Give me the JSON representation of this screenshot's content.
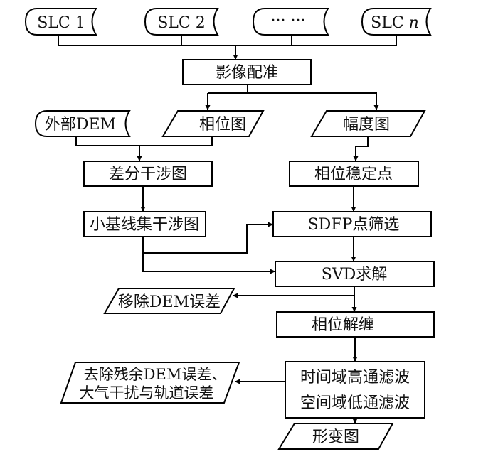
{
  "diagram": {
    "type": "flowchart",
    "stroke_color": "#000000",
    "background": "#ffffff",
    "nodes": {
      "slc1": {
        "label": "SLC 1",
        "shape": "stored-data"
      },
      "slc2": {
        "label": "SLC 2",
        "shape": "stored-data"
      },
      "slc_more": {
        "label": "···  ···",
        "shape": "stored-data"
      },
      "slcn_prefix": {
        "label": "SLC "
      },
      "slcn_italic": {
        "label": "n"
      },
      "coreg": {
        "label": "影像配准",
        "shape": "process"
      },
      "ext_dem": {
        "label": "外部DEM",
        "shape": "stored-data"
      },
      "phase_map": {
        "label": "相位图",
        "shape": "data"
      },
      "amp_map": {
        "label": "幅度图",
        "shape": "data"
      },
      "diff_ifg": {
        "label": "差分干涉图",
        "shape": "process"
      },
      "stable_pts": {
        "label": "相位稳定点",
        "shape": "process"
      },
      "sbas_ifg": {
        "label": "小基线集干涉图",
        "shape": "process"
      },
      "sdfp": {
        "label": "SDFP点筛选",
        "shape": "process"
      },
      "svd": {
        "label": "SVD求解",
        "shape": "process"
      },
      "remove_dem": {
        "label": "移除DEM误差",
        "shape": "data"
      },
      "unwrap": {
        "label": "相位解缠",
        "shape": "process"
      },
      "filter_line1": {
        "label": "时间域高通滤波"
      },
      "filter_line2": {
        "label": "空间域低通滤波"
      },
      "residual_line1": {
        "label": "去除残余DEM误差、"
      },
      "residual_line2": {
        "label": "大气干扰与轨道误差"
      },
      "deformation": {
        "label": "形变图",
        "shape": "data"
      }
    },
    "edges": [
      [
        "slc1",
        "coreg"
      ],
      [
        "slc2",
        "coreg"
      ],
      [
        "slc_more",
        "coreg"
      ],
      [
        "slcn",
        "coreg"
      ],
      [
        "coreg",
        "phase_map"
      ],
      [
        "coreg",
        "amp_map"
      ],
      [
        "ext_dem",
        "diff_ifg"
      ],
      [
        "phase_map",
        "diff_ifg"
      ],
      [
        "amp_map",
        "stable_pts"
      ],
      [
        "diff_ifg",
        "sbas_ifg"
      ],
      [
        "stable_pts",
        "sdfp"
      ],
      [
        "sbas_ifg",
        "sdfp"
      ],
      [
        "sbas_ifg",
        "svd"
      ],
      [
        "sdfp",
        "svd"
      ],
      [
        "svd",
        "remove_dem"
      ],
      [
        "svd",
        "unwrap"
      ],
      [
        "unwrap",
        "filter"
      ],
      [
        "filter",
        "residual"
      ],
      [
        "filter",
        "deformation"
      ]
    ]
  }
}
